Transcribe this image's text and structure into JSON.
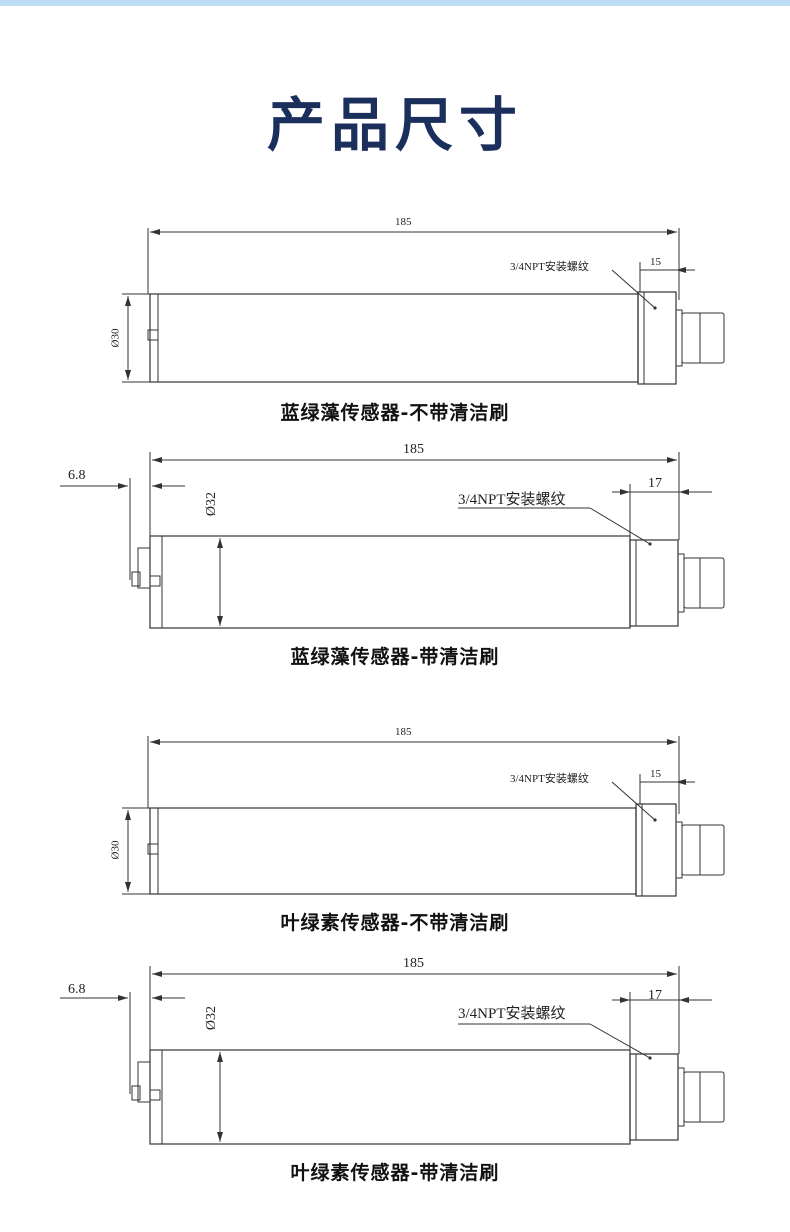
{
  "page": {
    "title": "产品尺寸",
    "accent_color": "#1b2f5c",
    "band_color": "#bcdcf3"
  },
  "drawings": [
    {
      "caption": "蓝绿藻传感器-不带清洁刷",
      "length_label": "185",
      "diameter_label": "Ø30",
      "thread_label": "3/4NPT安装螺纹",
      "thread_length_label": "15"
    },
    {
      "caption": "蓝绿藻传感器-带清洁刷",
      "length_label": "185",
      "diameter_label": "Ø32",
      "thread_label": "3/4NPT安装螺纹",
      "thread_length_label": "17",
      "brush_label": "6.8"
    },
    {
      "caption": "叶绿素传感器-不带清洁刷",
      "length_label": "185",
      "diameter_label": "Ø30",
      "thread_label": "3/4NPT安装螺纹",
      "thread_length_label": "15"
    },
    {
      "caption": "叶绿素传感器-带清洁刷",
      "length_label": "185",
      "diameter_label": "Ø32",
      "thread_label": "3/4NPT安装螺纹",
      "thread_length_label": "17",
      "brush_label": "6.8"
    }
  ]
}
